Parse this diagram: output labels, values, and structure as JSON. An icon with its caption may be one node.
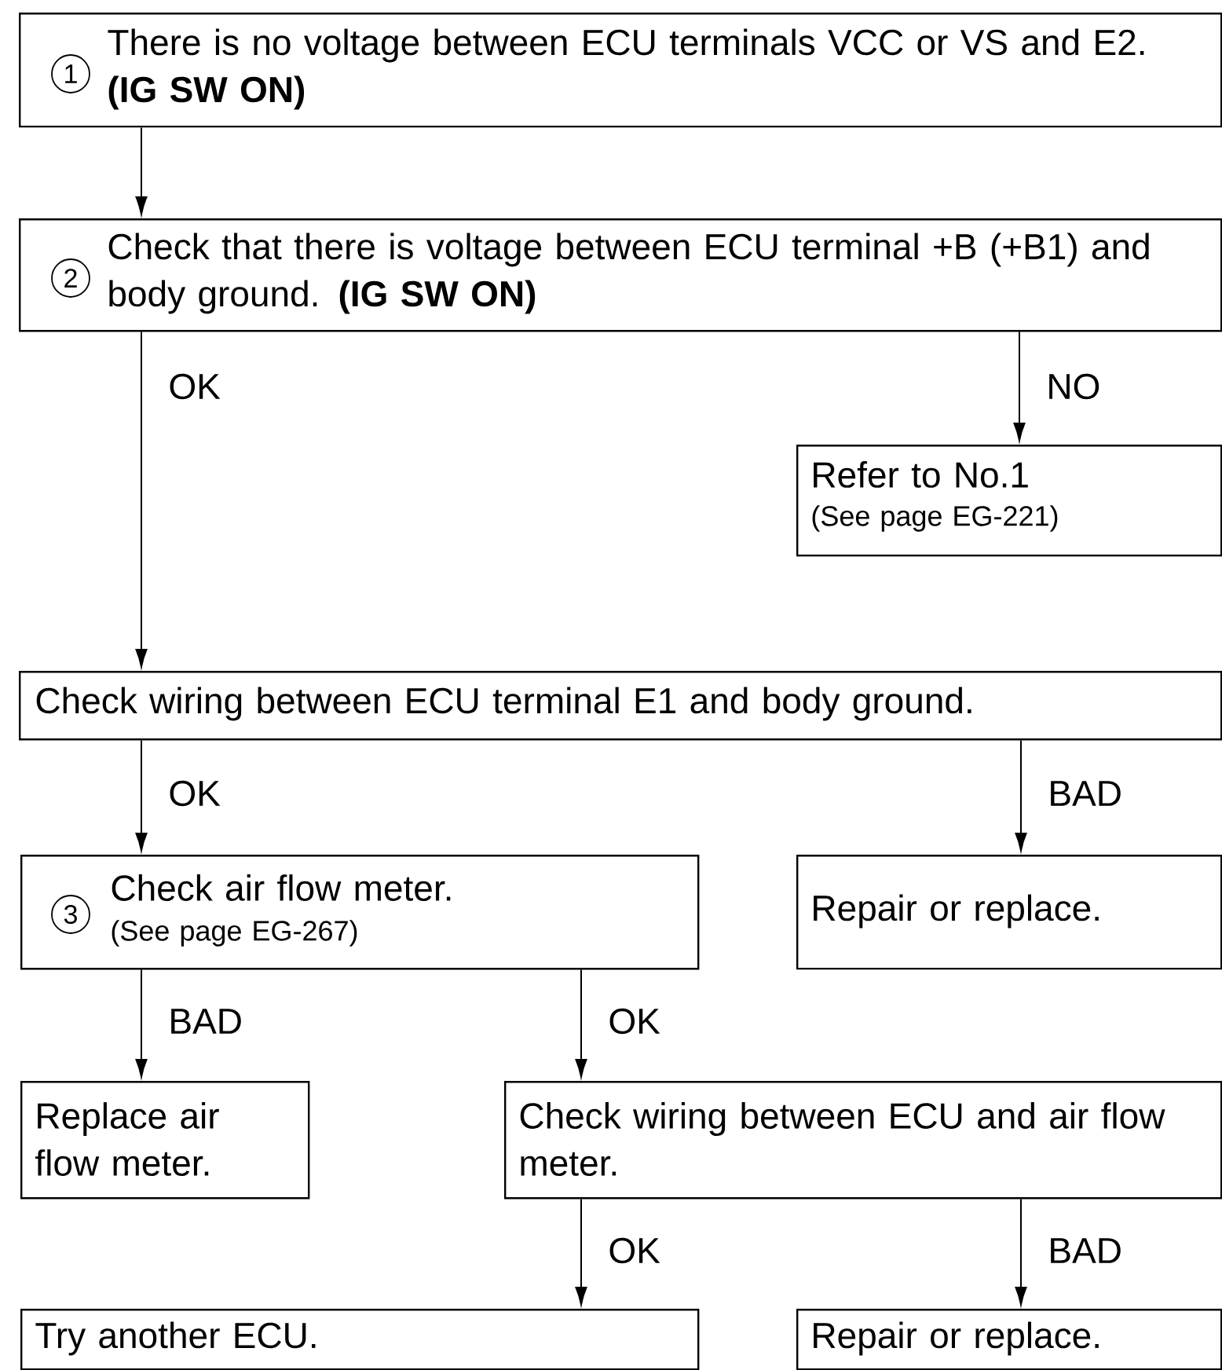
{
  "diagram": {
    "nodes": [
      {
        "text": [
          "1",
          "There is no voltage between ECU terminals VCC or VS and E2. **(IG SW ON)**"
        ]
      },
      {
        "text": [
          "2",
          "Check that there is voltage between ECU terminal +B (+B1) and body ground. **(IG SW ON)**"
        ]
      },
      {
        "text": [
          "Refer to No.1",
          "(See page EG-221)"
        ]
      },
      {
        "text": [
          "Check wiring between ECU terminal E1 and body ground."
        ]
      },
      {
        "text": [
          "3",
          "Check air flow meter.",
          "(See page EG-267)"
        ]
      },
      {
        "text": [
          "Repair or replace."
        ]
      },
      {
        "text": [
          "Replace air flow meter."
        ]
      },
      {
        "text": [
          "Check wiring between ECU and air flow meter."
        ]
      },
      {
        "text": [
          "Try another ECU."
        ]
      },
      {
        "text": [
          "Repair or replace."
        ]
      }
    ],
    "edges": [
      {
        "from": 0,
        "to": 1,
        "arrow": "to"
      },
      {
        "from": 1,
        "to": 3,
        "arrow": "to",
        "label": "OK"
      },
      {
        "from": 1,
        "to": 2,
        "arrow": "to",
        "label": "NO"
      },
      {
        "from": 3,
        "to": 4,
        "arrow": "to",
        "label": "OK"
      },
      {
        "from": 3,
        "to": 5,
        "arrow": "to",
        "label": "BAD"
      },
      {
        "from": 4,
        "to": 6,
        "arrow": "to",
        "label": "BAD"
      },
      {
        "from": 4,
        "to": 7,
        "arrow": "to",
        "label": "OK"
      },
      {
        "from": 7,
        "to": 8,
        "arrow": "to",
        "label": "OK"
      },
      {
        "from": 7,
        "to": 9,
        "arrow": "to",
        "label": "BAD"
      }
    ]
  }
}
